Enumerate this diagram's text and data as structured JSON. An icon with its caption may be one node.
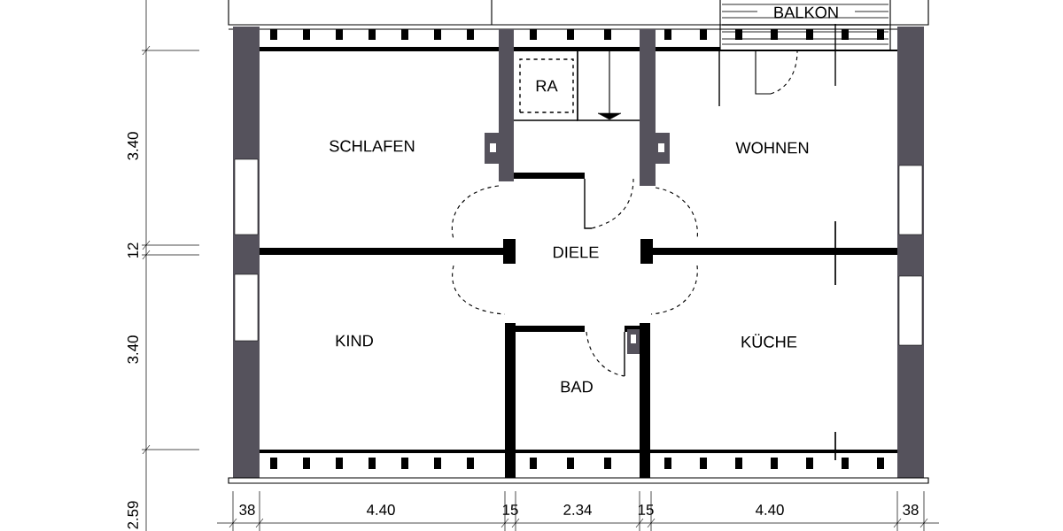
{
  "diagram": {
    "nodes": [
      {
        "text": [
          "BALKON"
        ]
      },
      {
        "text": [
          "RA"
        ]
      },
      {
        "text": [
          "SCHLAFEN"
        ]
      },
      {
        "text": [
          "WOHNEN"
        ]
      },
      {
        "text": [
          "DIELE"
        ]
      },
      {
        "text": [
          "KIND"
        ]
      },
      {
        "text": [
          "KÜCHE"
        ]
      },
      {
        "text": [
          "BAD"
        ]
      }
    ],
    "labels": [
      "3.40",
      "12",
      "3.40",
      "2.59",
      "38",
      "4.40",
      "15",
      "2.34",
      "15",
      "4.40",
      "38"
    ]
  }
}
